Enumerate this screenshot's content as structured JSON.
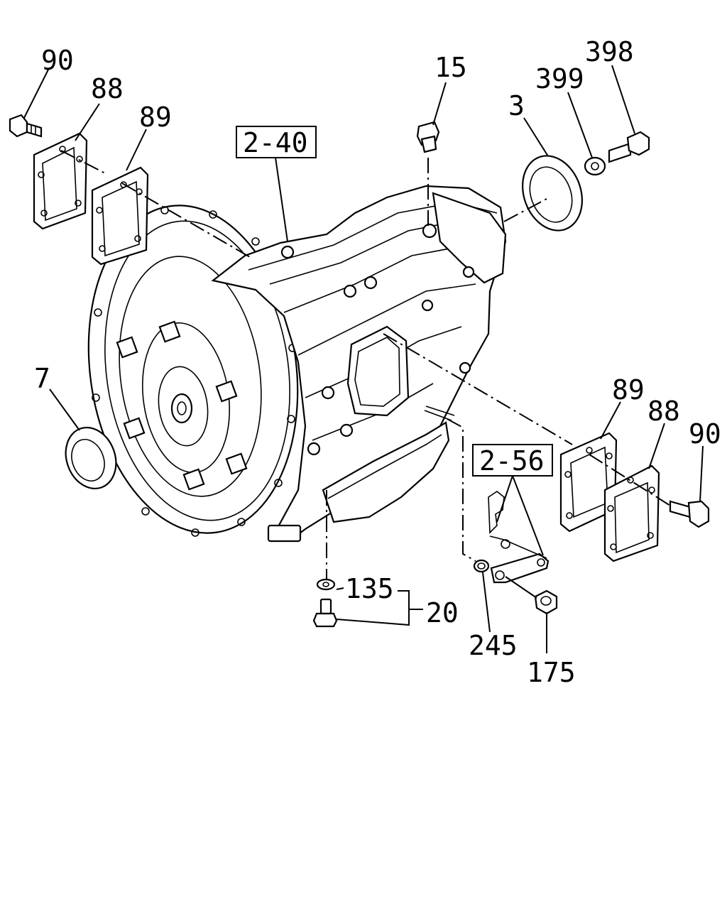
{
  "callouts": {
    "c90_left": "90",
    "c88_left": "88",
    "c89_left": "89",
    "ref_240": "2-40",
    "c15": "15",
    "c3": "3",
    "c399": "399",
    "c398": "398",
    "c7": "7",
    "c89_right": "89",
    "c88_right": "88",
    "c90_right": "90",
    "ref_256": "2-56",
    "c135": "135",
    "c20": "20",
    "c245": "245",
    "c175": "175"
  }
}
